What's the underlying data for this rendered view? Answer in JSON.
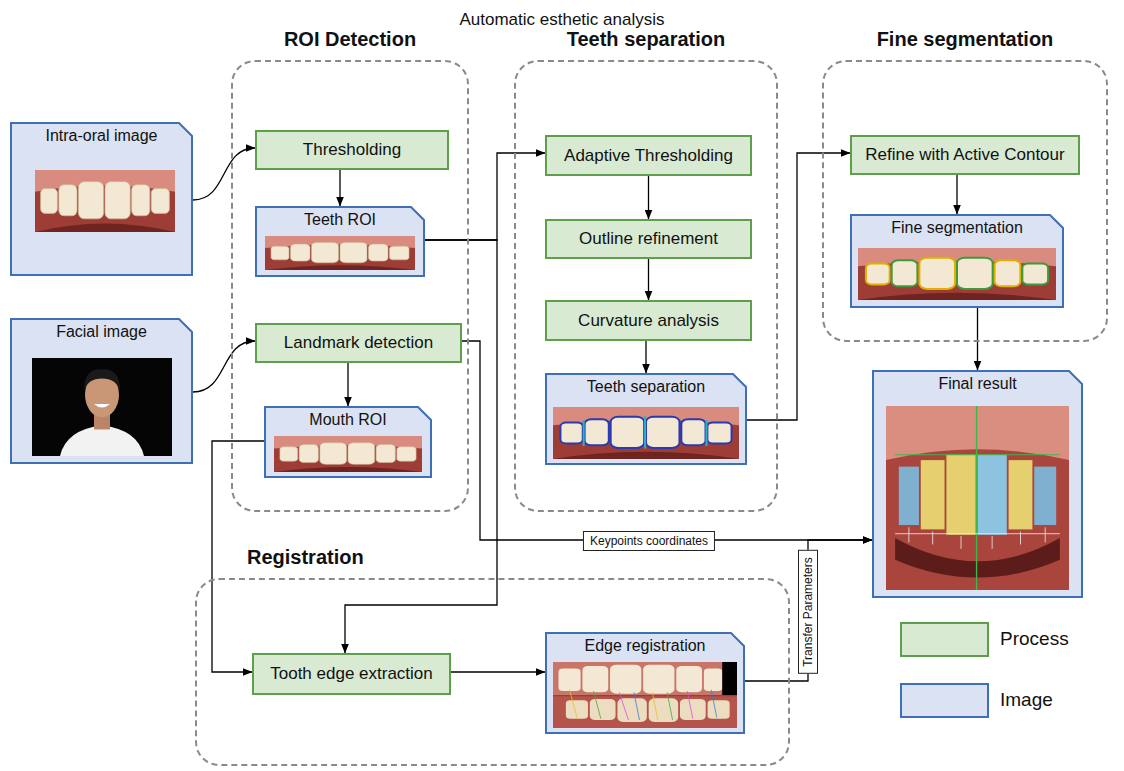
{
  "diagram": {
    "title": "Automatic esthetic analysis",
    "nodes": [
      {
        "text": [
          "Intra-oral image"
        ]
      },
      {
        "text": [
          "Facial image"
        ]
      },
      {
        "text": [
          "ROI Detection"
        ]
      },
      {
        "text": [
          "Thresholding"
        ],
        "in": 2
      },
      {
        "text": [
          "Teeth ROI"
        ],
        "in": 2
      },
      {
        "text": [
          "Landmark detection"
        ],
        "in": 2
      },
      {
        "text": [
          "Mouth ROI"
        ],
        "in": 2
      },
      {
        "text": [
          "Teeth separation"
        ]
      },
      {
        "text": [
          "Adaptive Thresholding"
        ],
        "in": 7
      },
      {
        "text": [
          "Outline refinement"
        ],
        "in": 7
      },
      {
        "text": [
          "Curvature analysis"
        ],
        "in": 7
      },
      {
        "text": [
          "Teeth separation"
        ],
        "in": 7
      },
      {
        "text": [
          "Fine segmentation"
        ]
      },
      {
        "text": [
          "Refine with Active Contour"
        ],
        "in": 12
      },
      {
        "text": [
          "Fine segmentation"
        ],
        "in": 12
      },
      {
        "text": [
          "Final result"
        ]
      },
      {
        "text": [
          "Registration"
        ]
      },
      {
        "text": [
          "Tooth edge extraction"
        ],
        "in": 16
      },
      {
        "text": [
          "Edge registration"
        ],
        "in": 16
      }
    ],
    "edges": [
      {
        "from": 0,
        "to": 3,
        "arrow": "to"
      },
      {
        "from": 3,
        "to": 4,
        "arrow": "to"
      },
      {
        "from": 1,
        "to": 5,
        "arrow": "to"
      },
      {
        "from": 5,
        "to": 6,
        "arrow": "to"
      },
      {
        "from": 4,
        "to": 8,
        "arrow": "to"
      },
      {
        "from": 8,
        "to": 9,
        "arrow": "to"
      },
      {
        "from": 9,
        "to": 10,
        "arrow": "to"
      },
      {
        "from": 10,
        "to": 11,
        "arrow": "to"
      },
      {
        "from": 11,
        "to": 13,
        "arrow": "to"
      },
      {
        "from": 13,
        "to": 14,
        "arrow": "to"
      },
      {
        "from": 14,
        "to": 15,
        "arrow": "to"
      },
      {
        "from": 5,
        "to": 15,
        "label": "Keypoints coordinates",
        "arrow": "to"
      },
      {
        "from": 4,
        "to": 17,
        "arrow": "to"
      },
      {
        "from": 6,
        "to": 17,
        "arrow": "to"
      },
      {
        "from": 17,
        "to": 18,
        "arrow": "to"
      },
      {
        "from": 18,
        "to": 15,
        "label": "Transfer Parameters",
        "arrow": "to"
      }
    ],
    "legend": [
      {
        "text": "Process",
        "color": "#d9ead3"
      },
      {
        "text": "Image",
        "color": "#dbe2f3"
      }
    ]
  }
}
